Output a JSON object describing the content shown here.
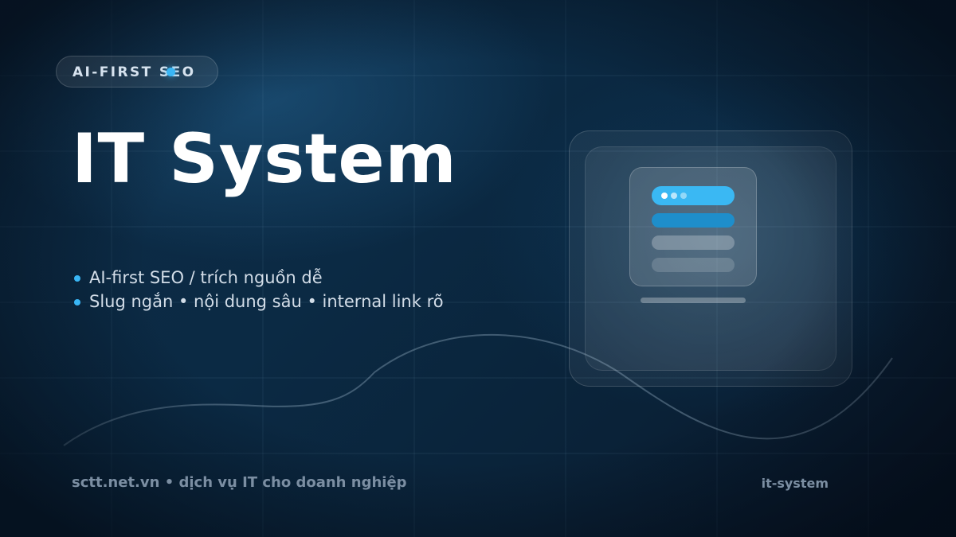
{
  "badge": {
    "label": "AI-FIRST SEO",
    "dot_color": "#39b6f5"
  },
  "title": "IT System",
  "bullets": [
    "AI-first SEO / trích nguồn dễ",
    "Slug ngắn • nội dung sâu • internal link rõ"
  ],
  "footer": {
    "left": "sctt.net.vn • dịch vụ IT cho doanh nghiệp",
    "right": "it-system"
  },
  "colors": {
    "accent": "#39b6f5",
    "accent_dark": "#1e8ecb",
    "background": "#0b2a44",
    "text_primary": "#ffffff",
    "text_muted": "#7b8ea2"
  },
  "icons": [
    "window-illustration",
    "bullet-dot",
    "badge-dot"
  ]
}
